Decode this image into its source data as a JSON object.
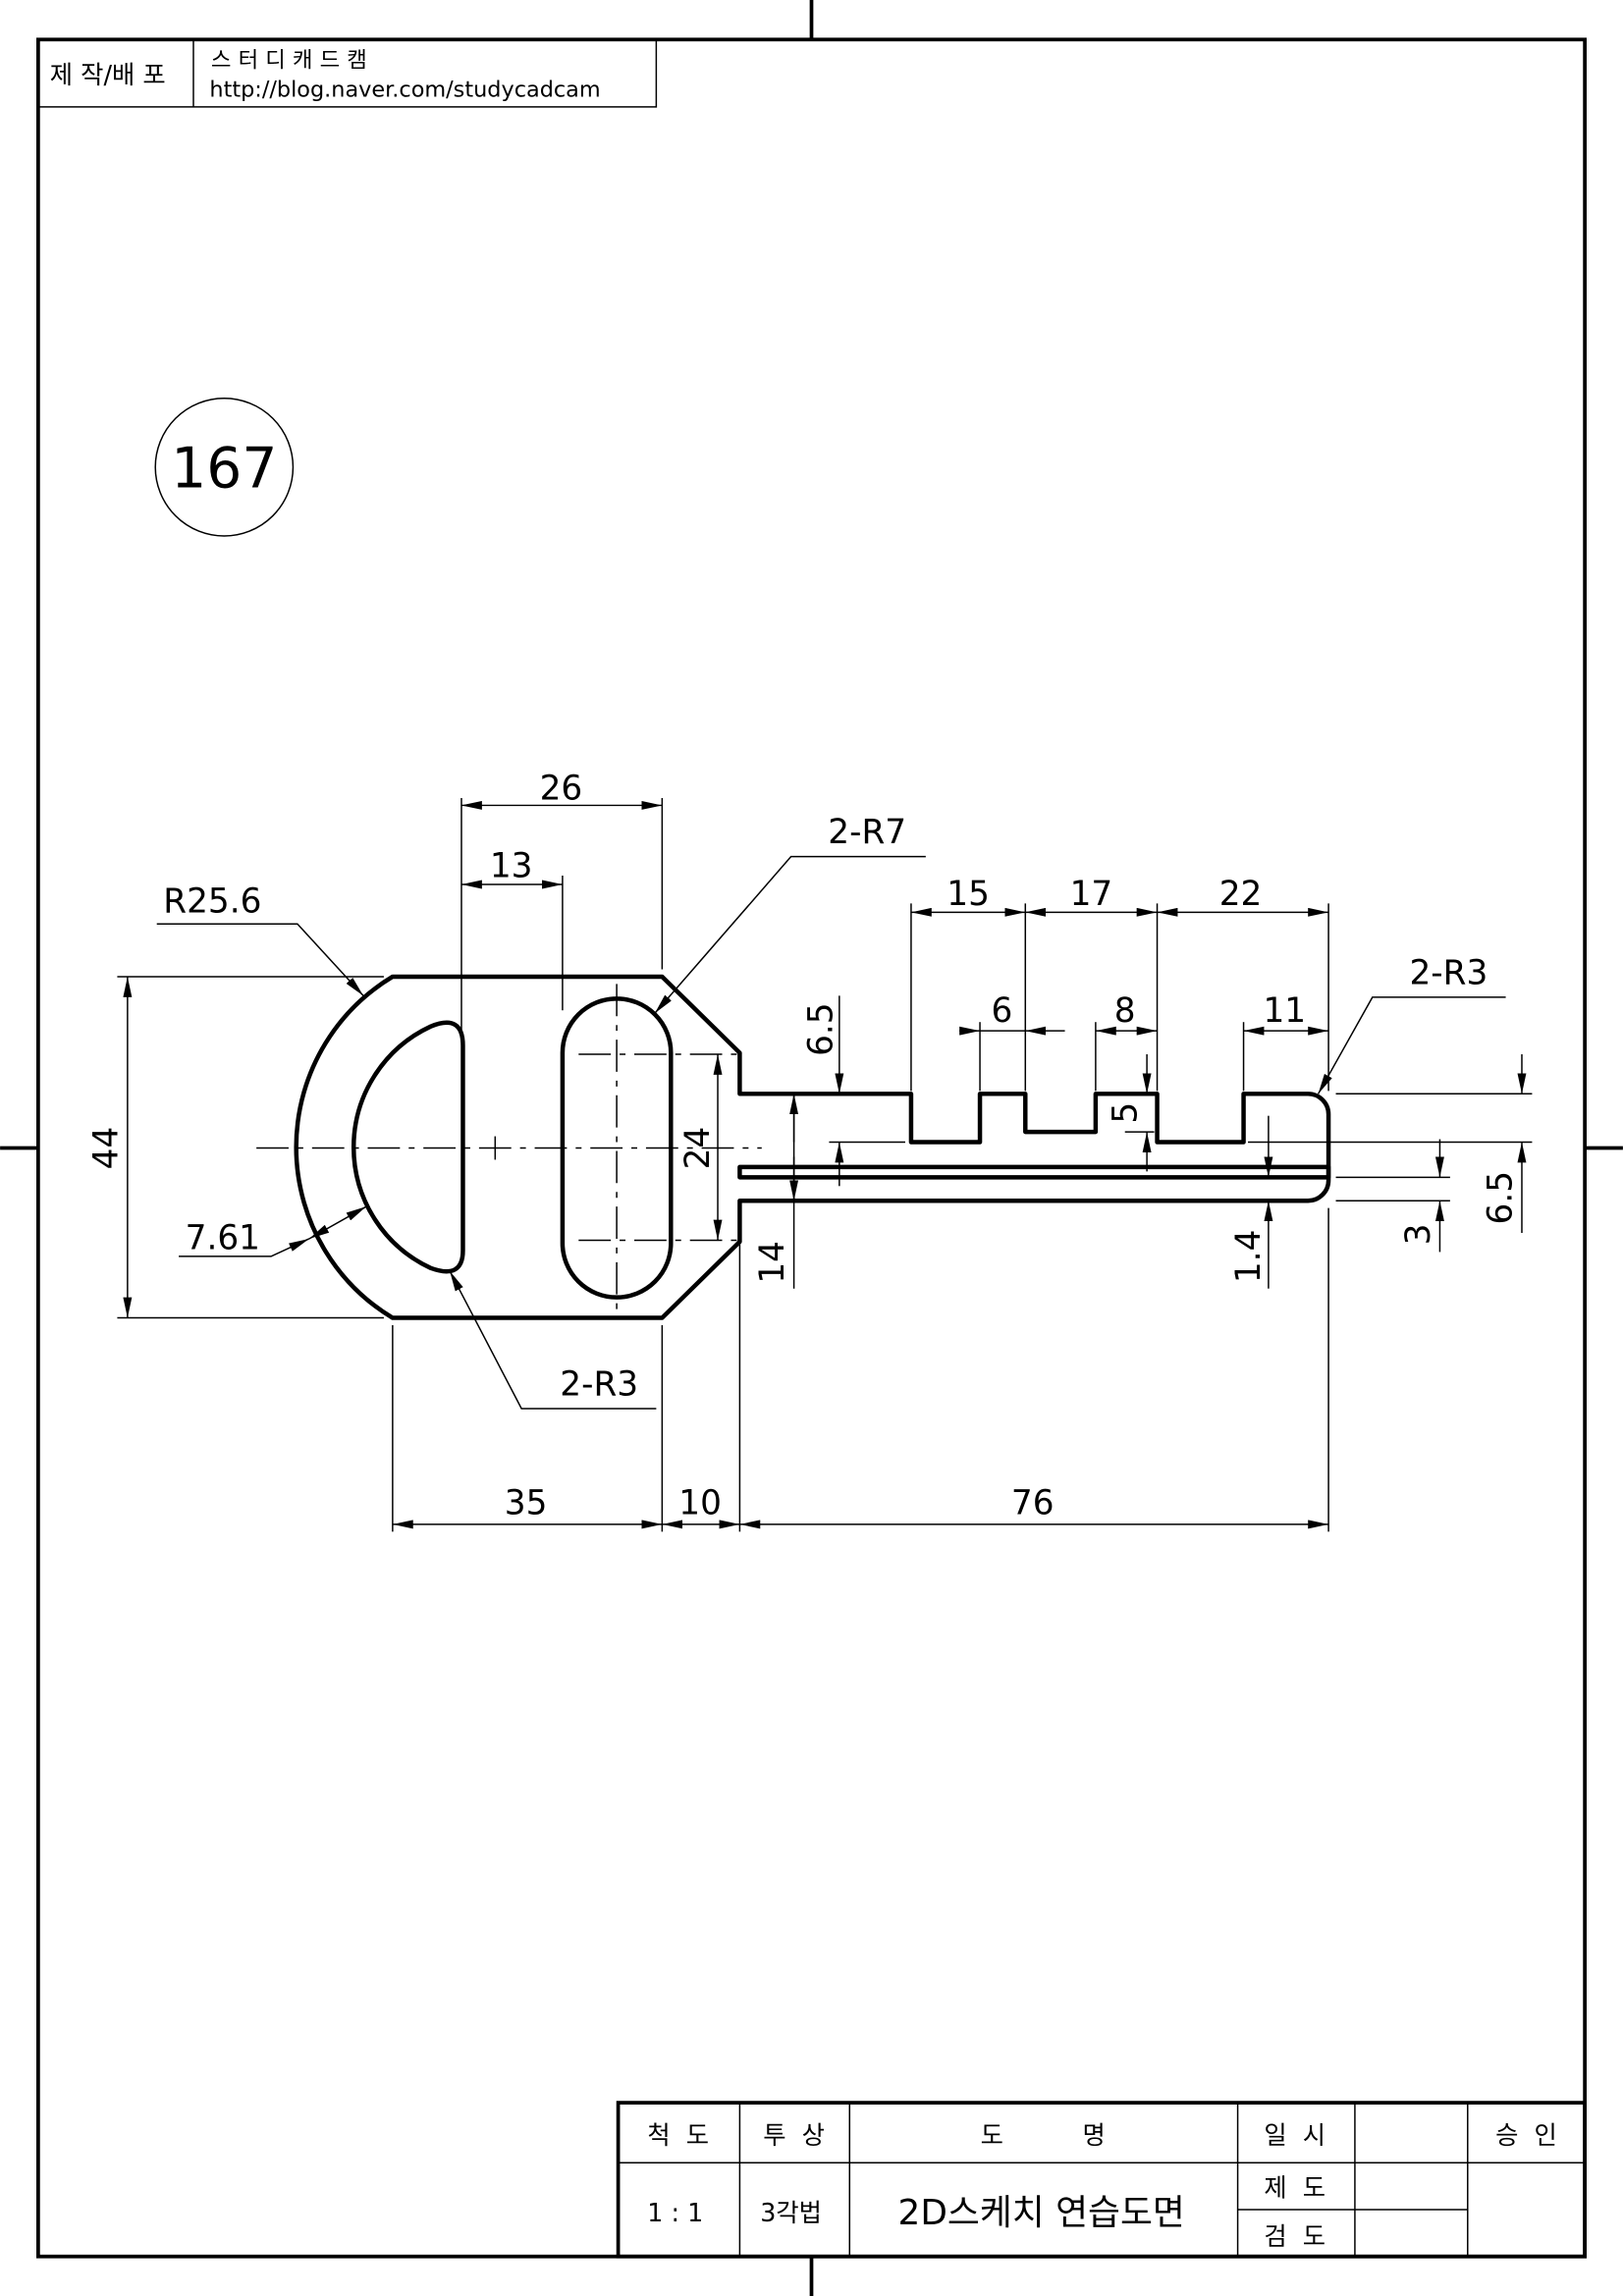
{
  "header": {
    "label": "제 작/배 포",
    "company": "스 터 디 캐 드 캠",
    "url": "http://blog.naver.com/studycadcam"
  },
  "drawing_number": "167",
  "dimensions": {
    "d26": "26",
    "d13": "13",
    "r25_6": "R25.6",
    "r7": "2-R7",
    "d15": "15",
    "d17": "17",
    "d22": "22",
    "d6": "6",
    "d8": "8",
    "d11": "11",
    "r3_right": "2-R3",
    "d6_5_left": "6.5",
    "d5": "5",
    "d24": "24",
    "d14": "14",
    "d1_4": "1.4",
    "d3": "3",
    "d6_5_right": "6.5",
    "d44": "44",
    "d7_61": "7.61",
    "r3_bottom": "2-R3",
    "d35": "35",
    "d10": "10",
    "d76": "76"
  },
  "title_block": {
    "scale_label": "척  도",
    "projection_label": "투  상",
    "name_label": "도          명",
    "date_label": "일  시",
    "approval_label": "승  인",
    "scale_value": "1 : 1",
    "projection_value": "3각법",
    "drawing_name": "2D스케치 연습도면",
    "drafted_label": "제  도",
    "checked_label": "검  도"
  }
}
